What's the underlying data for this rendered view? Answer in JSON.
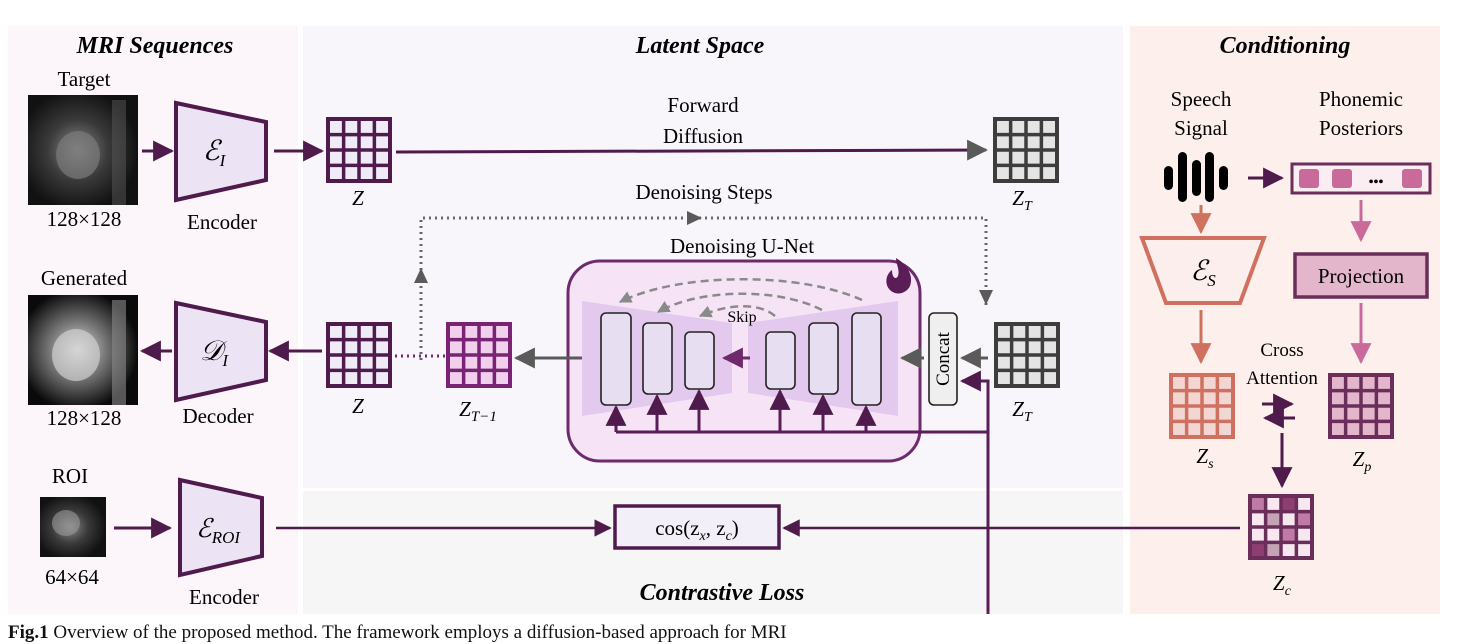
{
  "panels": {
    "mri": {
      "title": "MRI Sequences",
      "bg": "#fcf6fa"
    },
    "latent": {
      "title": "Latent Space",
      "bg": "#f8f6fb"
    },
    "contrastive": {
      "title": "Contrastive Loss",
      "bg": "#f6f6f6"
    },
    "conditioning": {
      "title": "Conditioning",
      "bg": "#fdf0ec"
    }
  },
  "mri": {
    "target_label": "Target",
    "target_size": "128×128",
    "generated_label": "Generated",
    "generated_size": "128×128",
    "roi_label": "ROI",
    "roi_size": "64×64",
    "encoder_symbol": "ℰ",
    "encoder_sub": "I",
    "encoder_label": "Encoder",
    "decoder_symbol": "𝒟",
    "decoder_sub": "I",
    "decoder_label": "Decoder",
    "roi_encoder_symbol": "ℰ",
    "roi_encoder_sub": "ROI",
    "roi_encoder_label": "Encoder"
  },
  "latent": {
    "forward_line1": "Forward",
    "forward_line2": "Diffusion",
    "denoising_steps": "Denoising Steps",
    "unet_title": "Denoising U-Net",
    "skip_label": "Skip",
    "concat_label": "Concat",
    "z_label": "Z",
    "zt_label": "Z",
    "zt_sub": "T",
    "zt1_label": "Z",
    "zt1_sub": "T−1",
    "z_out_label": "Z",
    "zt2_label": "Z",
    "zt2_sub": "T"
  },
  "contrastive": {
    "formula_prefix": "cos(z",
    "formula_sub1": "x",
    "formula_mid": ", z",
    "formula_sub2": "c",
    "formula_suffix": ")"
  },
  "conditioning": {
    "speech_line1": "Speech",
    "speech_line2": "Signal",
    "phonemic_line1": "Phonemic",
    "phonemic_line2": "Posteriors",
    "speech_encoder_symbol": "ℰ",
    "speech_encoder_sub": "S",
    "projection_label": "Projection",
    "cross_line1": "Cross",
    "cross_line2": "Attention",
    "zs_label": "Z",
    "zs_sub": "s",
    "zp_label": "Z",
    "zp_sub": "p",
    "zc_label": "Z",
    "zc_sub": "c",
    "ellipsis": "•••"
  },
  "colors": {
    "purple_dark": "#4f1a4c",
    "purple_mid": "#6e2a6c",
    "unet_fill": "#f6e4f6",
    "unet_trap": "#e4c9ee",
    "block_fill": "#e7def2",
    "grid_gray": "#3d3d3d",
    "speech_orange": "#d0705e",
    "phoneme_pink": "#c96a9a",
    "projection_fill": "#e3b6cc"
  },
  "caption": {
    "label": "Fig.1",
    "text": "Overview of the proposed method. The framework employs a diffusion-based approach for MRI"
  }
}
